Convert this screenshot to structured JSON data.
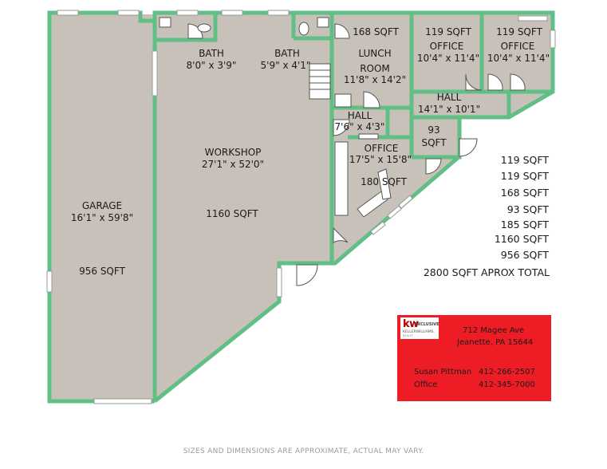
{
  "rooms": {
    "garage": {
      "name": "GARAGE",
      "dims": "16'1\" x 59'8\"",
      "sqft": "956 SQFT"
    },
    "workshop": {
      "name": "WORKSHOP",
      "dims": "27'1\" x 52'0\"",
      "sqft": "1160 SQFT"
    },
    "bath1": {
      "name": "BATH",
      "dims": "8'0\" x 3'9\""
    },
    "bath2": {
      "name": "BATH",
      "dims": "5'9\" x 4'1\""
    },
    "lunch": {
      "sqft": "168 SQFT",
      "name": "LUNCH",
      "name2": "ROOM",
      "dims": "11'8\" x 14'2\""
    },
    "office1": {
      "sqft": "119 SQFT",
      "name": "OFFICE",
      "dims": "10'4\" x 11'4\""
    },
    "office2": {
      "sqft": "119 SQFT",
      "name": "OFFICE",
      "dims": "10'4\" x 11'4\""
    },
    "hall1": {
      "name": "HALL",
      "dims": "14'1\" x 10'1\""
    },
    "hall2": {
      "name": "HALL",
      "dims": "7'6\" x 4'3\""
    },
    "small": {
      "sqft_num": "93",
      "sqft_unit": "SQFT"
    },
    "office3": {
      "name": "OFFICE",
      "dims": "17'5\" x 15'8\"",
      "sqft": "180 SQFT"
    }
  },
  "sqft_list": [
    "119 SQFT",
    "119 SQFT",
    "168 SQFT",
    "93 SQFT",
    "185 SQFT",
    "1160 SQFT",
    "956 SQFT"
  ],
  "total": "2800 SQFT APROX TOTAL",
  "agent": {
    "logo_kw": "kw",
    "logo_exclusive": "EXCLUSIVE",
    "logo_brand": "KELLERWILLIAMS.",
    "logo_sub": "REALTY",
    "address_line1": "712 Magee Ave",
    "address_line2": "Jeanette, PA 15644",
    "name": "Susan Pittman",
    "name_phone": "412-266-2507",
    "office_label": "Office",
    "office_phone": "412-345-7000"
  },
  "footer": "SIZES AND DIMENSIONS ARE APPROXIMATE, ACTUAL MAY VARY.",
  "colors": {
    "wall": "#5fbf84",
    "floor": "#c8c1b9",
    "accent": "#ee1c24"
  }
}
